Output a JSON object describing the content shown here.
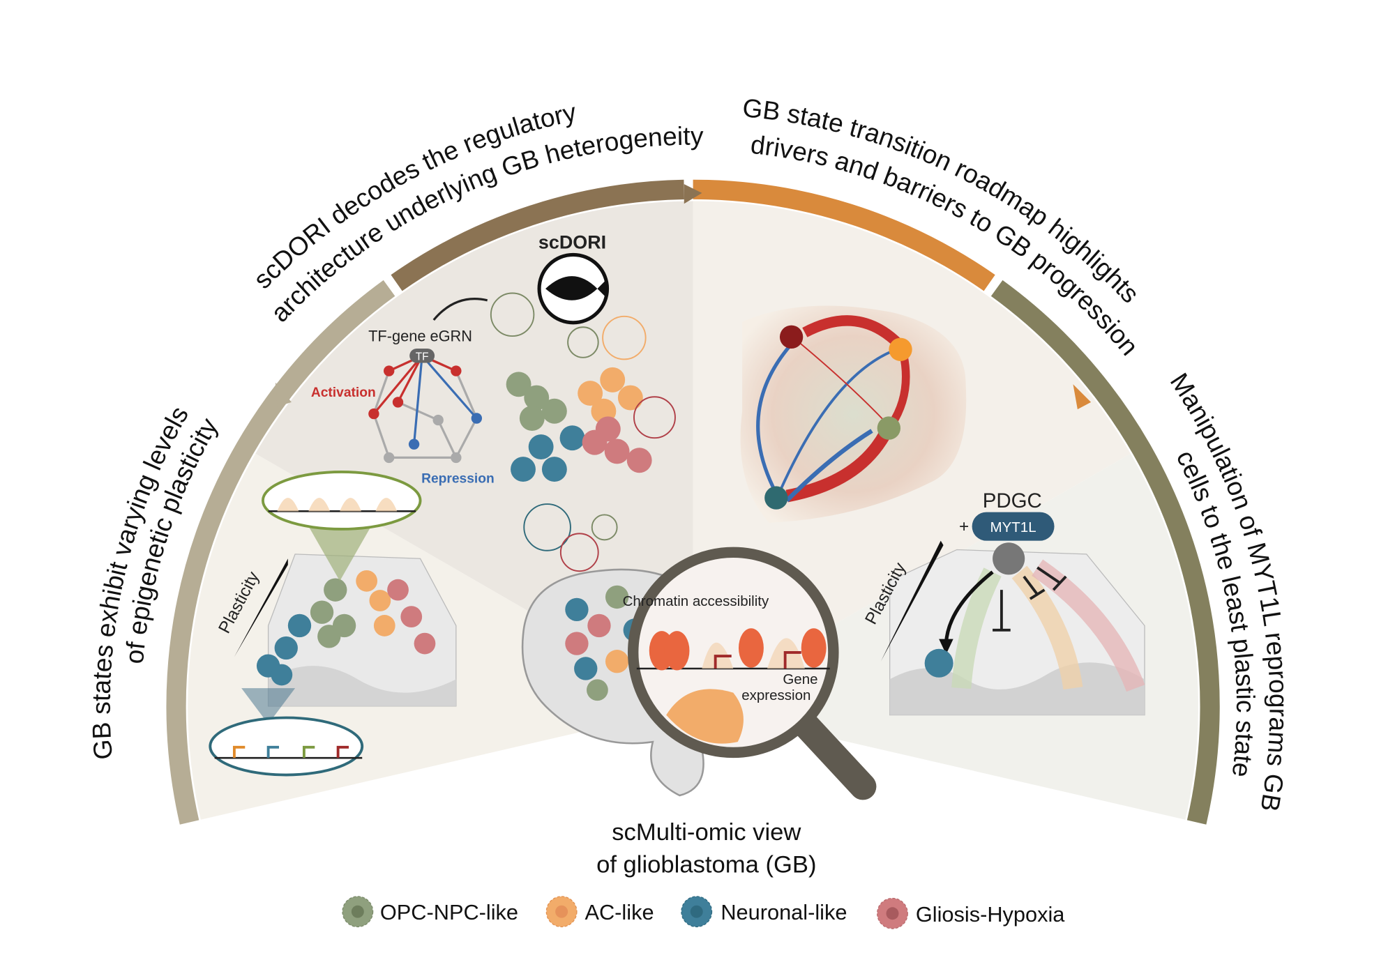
{
  "sections": {
    "left": {
      "line1": "GB states exhibit varying levels",
      "line2": "of epigenetic plasticity",
      "plasticity": "Plasticity"
    },
    "top_left": {
      "line1": "scDORI decodes the regulatory",
      "line2": "architecture underlying GB heterogeneity",
      "tool": "scDORI",
      "egrn": "TF-gene eGRN",
      "tf": "TF",
      "activation": "Activation",
      "repression": "Repression"
    },
    "top_right": {
      "line1": "GB state transition roadmap highlights",
      "line2": "drivers and barriers to GB progression"
    },
    "right": {
      "line1": "Manipulation of MYT1L reprograms GB",
      "line2": "cells to the least plastic state",
      "pdgc": "PDGC",
      "plus": "+",
      "myt1l": "MYT1L",
      "plasticity": "Plasticity"
    }
  },
  "center": {
    "chromatin": "Chromatin accessibility",
    "gene_expr_1": "Gene",
    "gene_expr_2": "expression",
    "title1": "scMulti-omic view",
    "title2": "of glioblastoma (GB)"
  },
  "legend": [
    {
      "label": "OPC-NPC-like",
      "color": "#8fa07e"
    },
    {
      "label": "AC-like",
      "color": "#f2ac6a"
    },
    {
      "label": "Neuronal-like",
      "color": "#3f7f9a"
    },
    {
      "label": "Gliosis-Hypoxia",
      "color": "#cf7b7e"
    }
  ],
  "colors": {
    "ring_left": "#b6ad95",
    "ring_top_left": "#8b7353",
    "ring_top_right": "#d98a3c",
    "ring_right": "#84805e",
    "activation": "#c8302e",
    "repression": "#3a6db3"
  }
}
